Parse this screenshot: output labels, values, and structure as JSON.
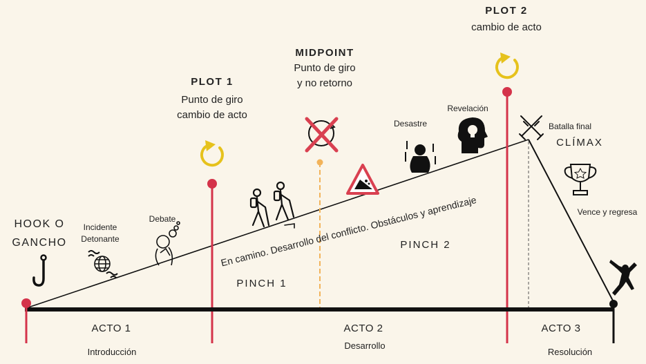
{
  "hook": {
    "line1": "HOOK O",
    "line2": "GANCHO"
  },
  "incidente": {
    "line1": "Incidente",
    "line2": "Detonante"
  },
  "debate": "Debate",
  "plot1": {
    "title": "PLOT 1",
    "line1": "Punto de giro",
    "line2": "cambio de acto"
  },
  "midpoint": {
    "title": "MIDPOINT",
    "line1": "Punto de giro",
    "line2": "y no retorno"
  },
  "plot2": {
    "title": "PLOT 2",
    "line1": "cambio de acto"
  },
  "desastre": "Desastre",
  "revelacion": "Revelación",
  "batalla": "Batalla final",
  "climax": "CLÍMAX",
  "vence": "Vence y regresa",
  "slope_text": "En camino.   Desarrollo del conflicto.   Obstáculos y aprendizaje",
  "pinch1": "PINCH 1",
  "pinch2": "PINCH 2",
  "acts": [
    {
      "name": "ACTO 1",
      "desc": "Introducción"
    },
    {
      "name": "ACTO 2",
      "desc": "Desarrollo"
    },
    {
      "name": "ACTO 3",
      "desc": "Resolución"
    }
  ],
  "colors": {
    "background": "#faf5ea",
    "timeline": "#111111",
    "plot_line": "#d4334a",
    "midpoint_line": "#f2b35a",
    "turn_arrow": "#e6c21c",
    "cross": "#d94050"
  }
}
